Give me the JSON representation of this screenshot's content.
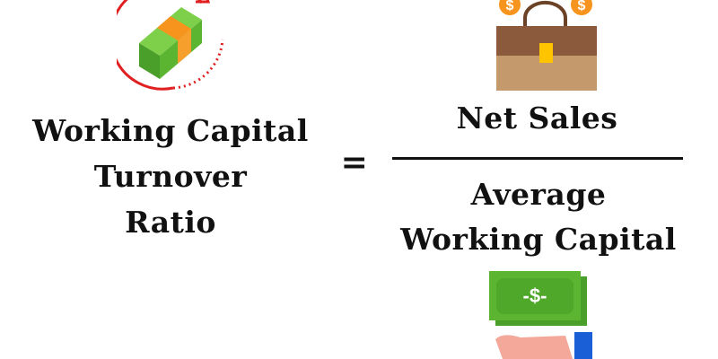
{
  "formula": {
    "lhs_lines": [
      "Working Capital",
      "Turnover",
      "Ratio"
    ],
    "equals": "=",
    "numerator": "Net Sales",
    "denominator_lines": [
      "Average",
      "Working Capital"
    ]
  },
  "icons": {
    "top_left": "money-cycle-icon",
    "top_right": "briefcase-coins-icon",
    "bottom_right": "hand-cash-icon",
    "bill_text": "-$-"
  },
  "colors": {
    "green": "#5cb531",
    "orange": "#f7941d",
    "red": "#e02020",
    "brown": "#8b5a3c",
    "tan": "#c49a6c",
    "blue": "#1a5fd6"
  }
}
